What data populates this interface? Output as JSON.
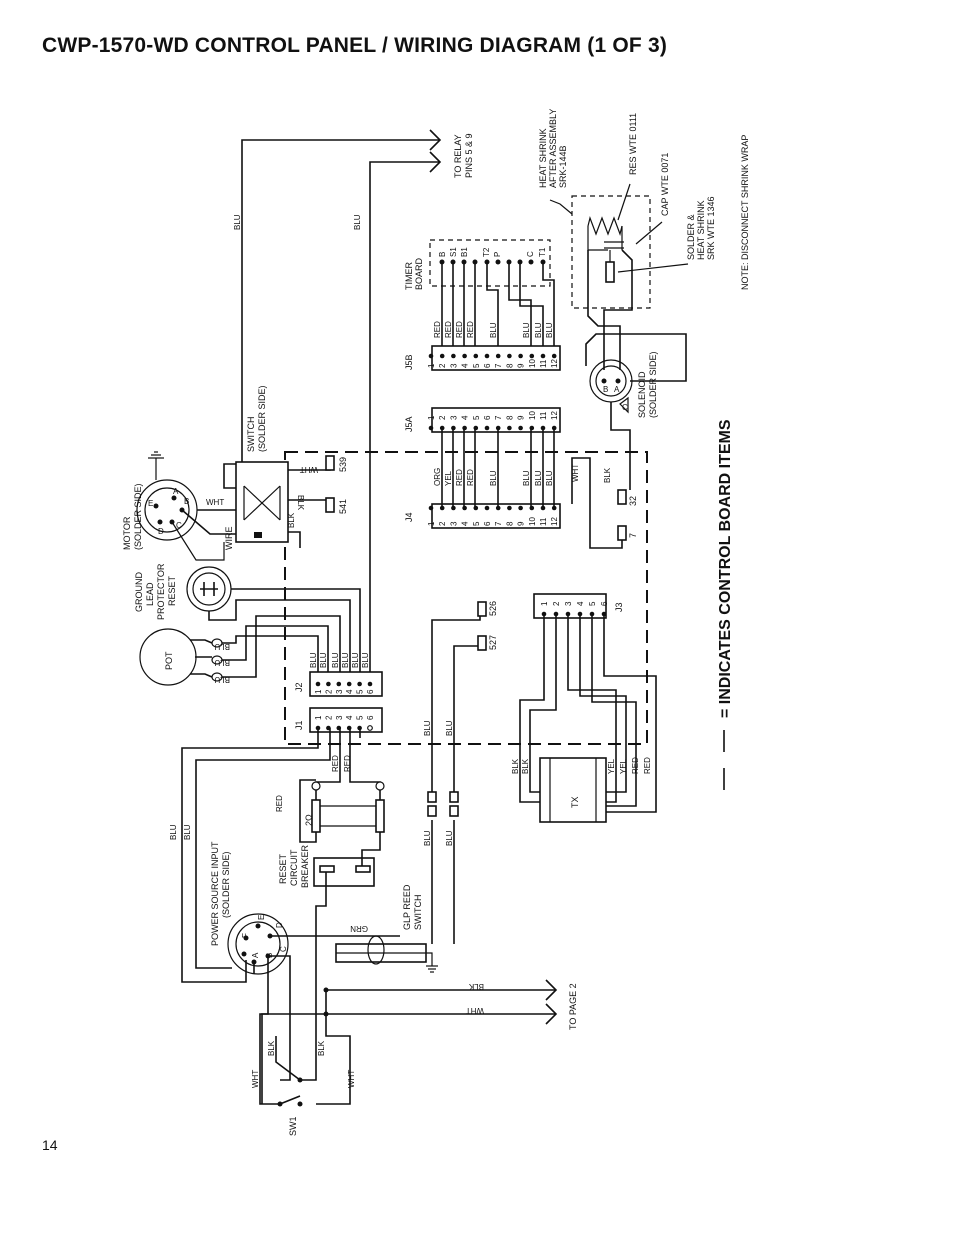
{
  "title": "CWP-1570-WD CONTROL PANEL / WIRING DIAGRAM (1 OF 3)",
  "page_number": "14",
  "legend": {
    "text": "= INDICATES CONTROL BOARD ITEMS"
  },
  "note": "NOTE:  DISCONNECT SHRINK WRAP",
  "components": {
    "to_relay": [
      "TO RELAY",
      "PINS 5 & 9"
    ],
    "to_page2": "TO PAGE 2",
    "timer_board": [
      "TIMER",
      "BOARD"
    ],
    "timer_pins": [
      "B",
      "S1",
      "B1",
      "T2",
      "P",
      "C",
      "T1"
    ],
    "heat_shrink": [
      "HEAT SHRINK",
      "AFTER ASSEMBLY",
      "SRK-144B"
    ],
    "res": "RES WTE 0111",
    "cap": "CAP WTE 0071",
    "solder": [
      "SOLDER &",
      "HEAT SHRINK",
      "SRK WTE 1346"
    ],
    "solenoid": [
      "SOLENOID",
      "(SOLDER SIDE)"
    ],
    "solenoid_pins": [
      "A",
      "B",
      "C"
    ],
    "switch": [
      "SWITCH",
      "(SOLDER SIDE)"
    ],
    "motor": [
      "MOTOR",
      "(SOLDER SIDE)"
    ],
    "motor_pins": [
      "A",
      "B",
      "C",
      "D",
      "E"
    ],
    "wire": "WIRE",
    "ground": [
      "GROUND",
      "LEAD",
      "PROTECTOR",
      "RESET"
    ],
    "pot": "POT",
    "power": [
      "POWER SOURCE INPUT",
      "(SOLDER SIDE)"
    ],
    "power_pins": [
      "A",
      "B",
      "C",
      "D",
      "E",
      "F"
    ],
    "breaker": [
      "RESET",
      "CIRCUIT",
      "BREAKER"
    ],
    "glp": [
      "GLP REED",
      "SWITCH"
    ],
    "ohm": "2Ω",
    "tx": "TX",
    "sw1": "SW1"
  },
  "connectors": {
    "j5b": "J5B",
    "j5a": "J5A",
    "j4": "J4",
    "j3": "J3",
    "j2": "J2",
    "j1": "J1",
    "j5b_pins": [
      "1",
      "2",
      "3",
      "4",
      "5",
      "6",
      "7",
      "8",
      "9",
      "10",
      "11",
      "12"
    ],
    "j3_pins": [
      "1",
      "2",
      "3",
      "4",
      "5",
      "6"
    ],
    "j2_pins": [
      "1",
      "2",
      "3",
      "4",
      "5",
      "6"
    ]
  },
  "terminals": [
    "539",
    "541",
    "526",
    "527",
    "32",
    "7"
  ],
  "wire_labels": {
    "blu": "BLU",
    "red": "RED",
    "org": "ORG",
    "yel": "YEL",
    "wht": "WHT",
    "blk": "BLK",
    "grn": "GRN"
  },
  "j5b_wires": [
    "RED",
    "RED",
    "RED",
    "RED",
    "BLU",
    "BLU",
    "BLU",
    "BLU"
  ],
  "j4_wires": [
    "ORG",
    "YEL",
    "RED",
    "RED",
    "BLU",
    "BLU",
    "BLU",
    "BLU"
  ],
  "j2_wires": [
    "BLU",
    "BLU",
    "BLU",
    "BLU",
    "BLU",
    "BLU"
  ],
  "pot_wires": [
    "BLU",
    "BLU",
    "BLU"
  ]
}
